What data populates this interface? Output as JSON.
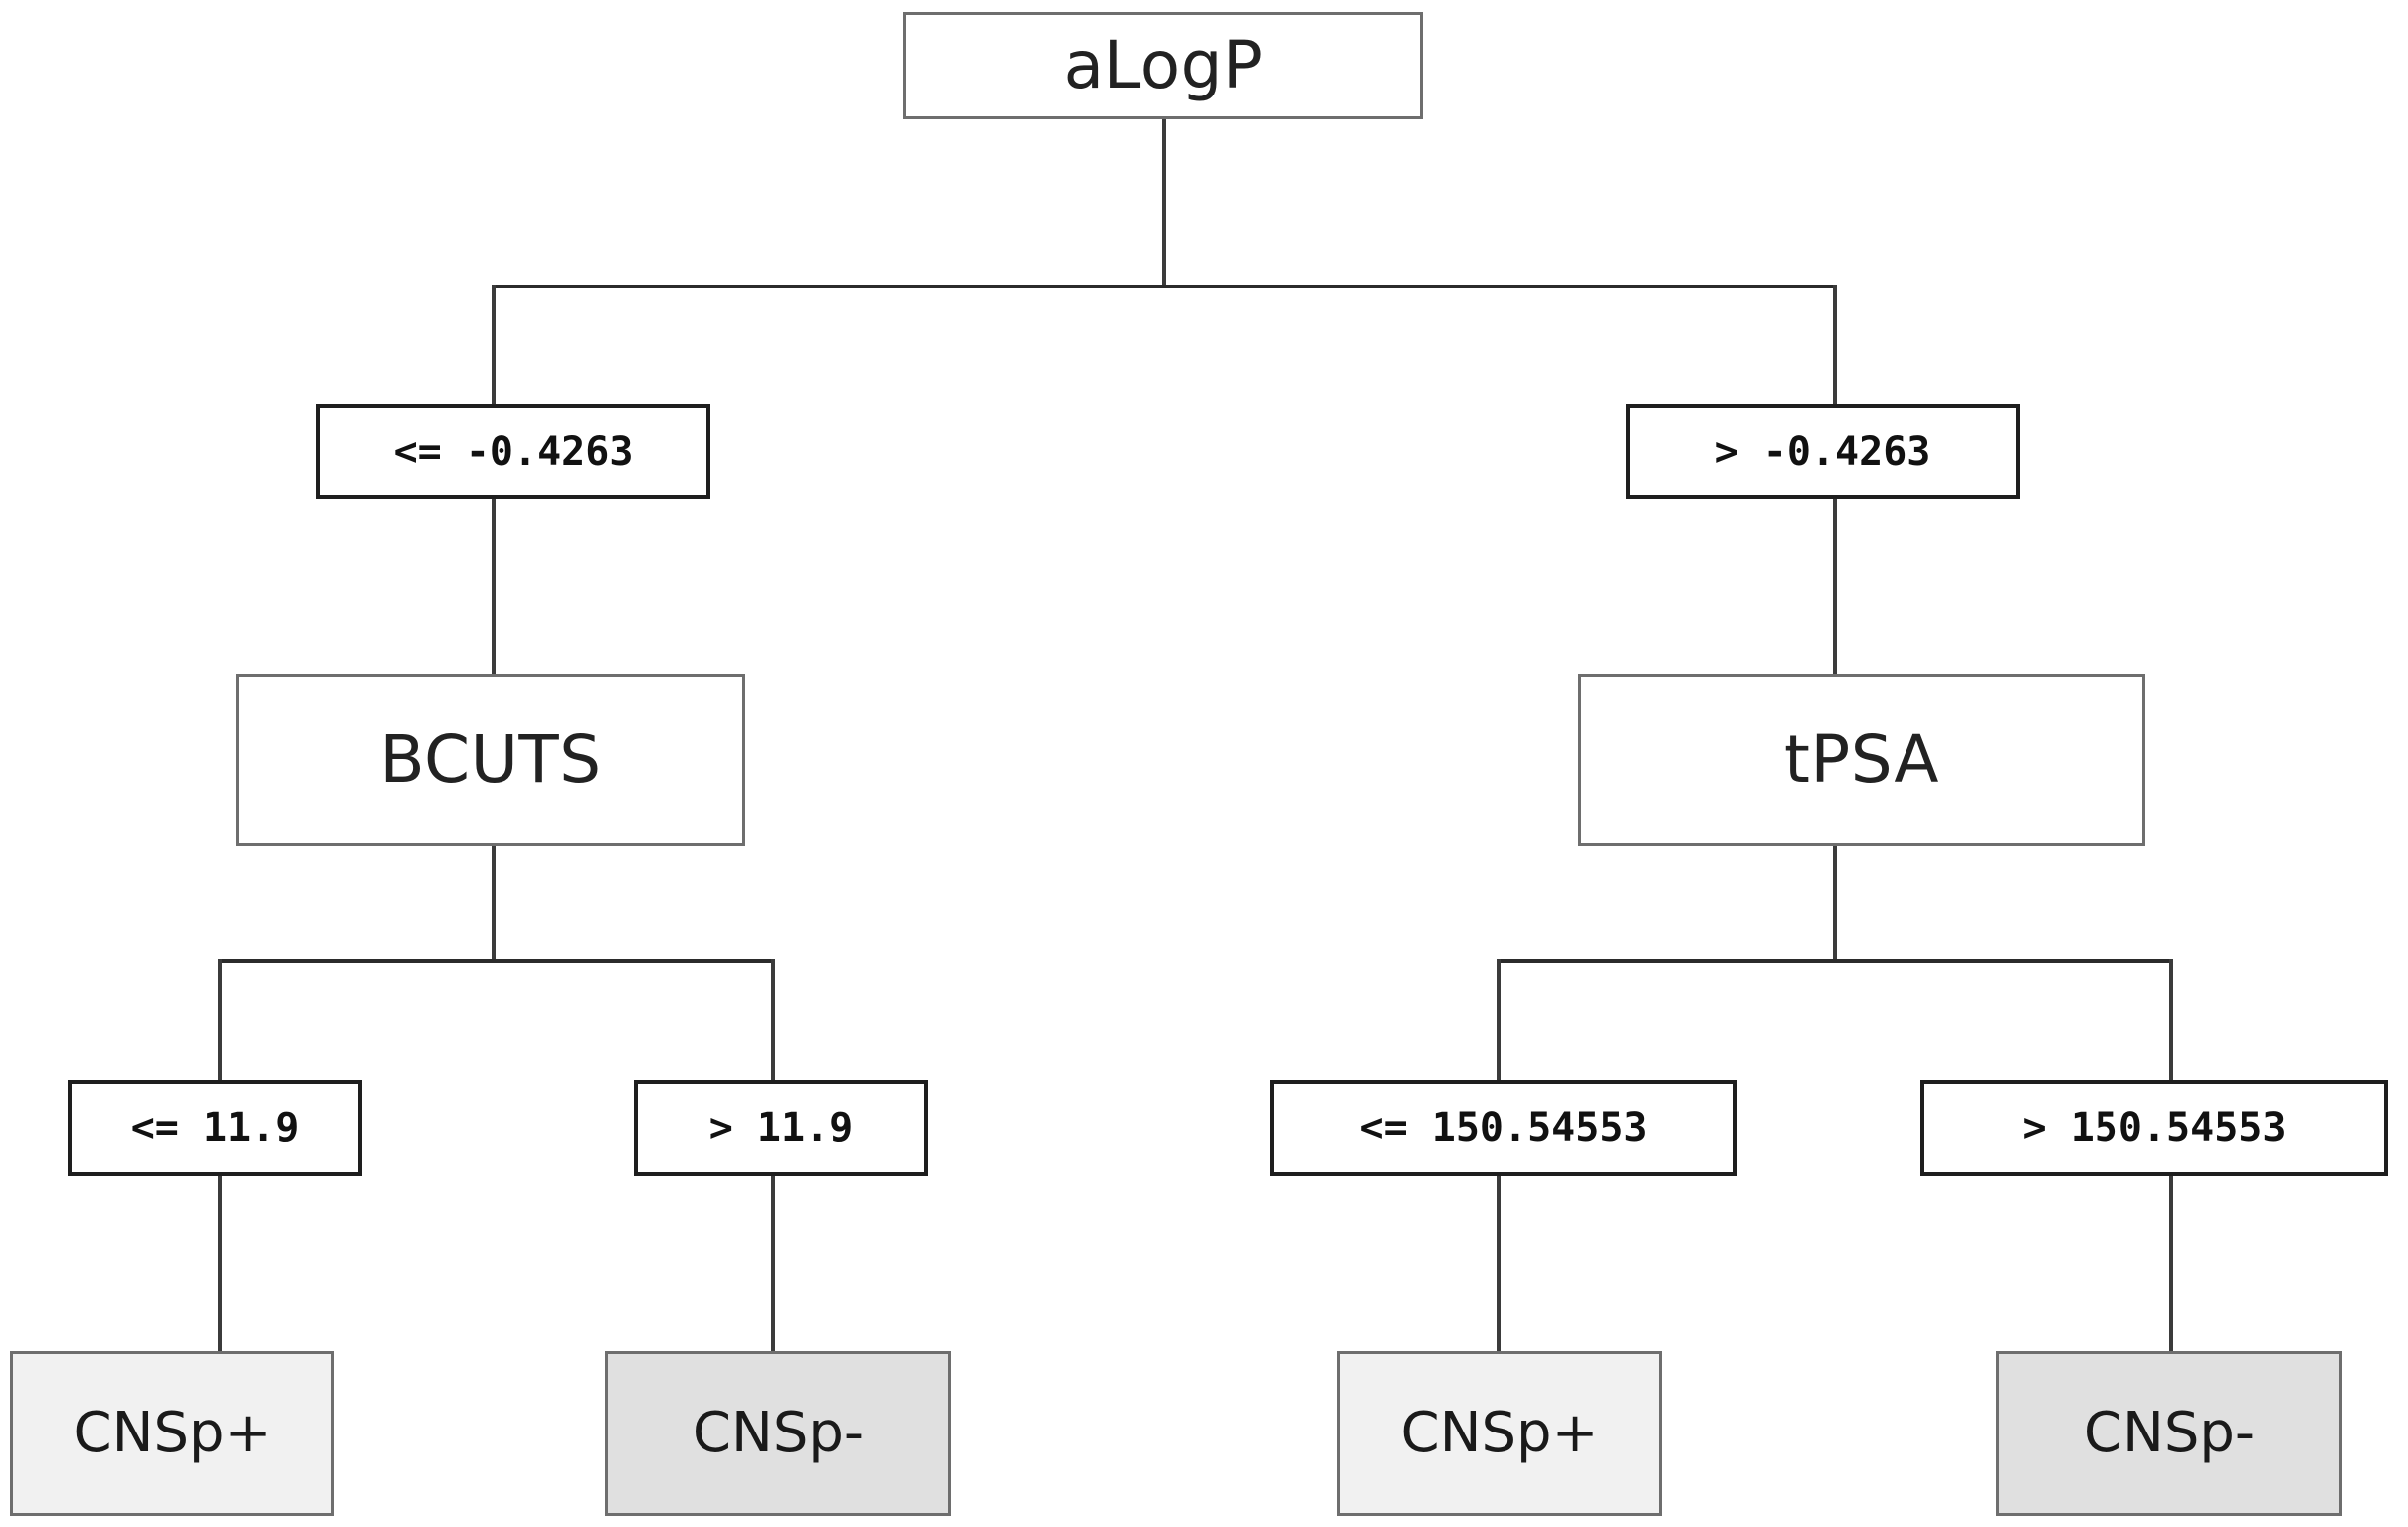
{
  "diagram": {
    "type": "decision-tree",
    "title": "aLogP decision tree",
    "background_color": "#ffffff",
    "leaf_positive_color": "#f1f1f1",
    "leaf_negative_color": "#e0e0e0",
    "edge_color": "#2b2b2b"
  },
  "nodes": {
    "root": {
      "label": "aLogP",
      "kind": "attribute"
    },
    "split_root_left": {
      "label": "<= -0.4263",
      "kind": "condition"
    },
    "split_root_right": {
      "label": "> -0.4263",
      "kind": "condition"
    },
    "branch_left": {
      "label": "BCUTS",
      "kind": "attribute"
    },
    "branch_right": {
      "label": "tPSA",
      "kind": "attribute"
    },
    "split_bcuts_left": {
      "label": "<= 11.9",
      "kind": "condition"
    },
    "split_bcuts_right": {
      "label": "> 11.9",
      "kind": "condition"
    },
    "split_tpsa_left": {
      "label": "<= 150.54553",
      "kind": "condition"
    },
    "split_tpsa_right": {
      "label": "> 150.54553",
      "kind": "condition"
    },
    "leaf_1": {
      "label": "CNSp+",
      "kind": "leaf",
      "class": "positive"
    },
    "leaf_2": {
      "label": "CNSp-",
      "kind": "leaf",
      "class": "negative"
    },
    "leaf_3": {
      "label": "CNSp+",
      "kind": "leaf",
      "class": "positive"
    },
    "leaf_4": {
      "label": "CNSp-",
      "kind": "leaf",
      "class": "negative"
    }
  }
}
